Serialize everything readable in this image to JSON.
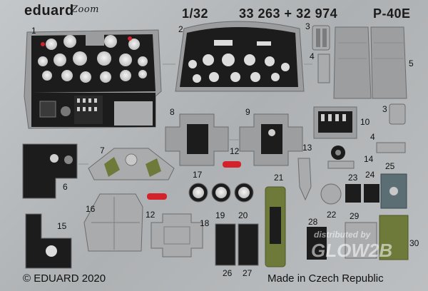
{
  "header": {
    "brand": "eduard",
    "brand_script": "Zoom",
    "scale": "1/32",
    "codes": "33 263 + 32 974",
    "model": "P-40E"
  },
  "part_numbers": [
    "1",
    "2",
    "3",
    "4",
    "5",
    "3",
    "4",
    "6",
    "7",
    "8",
    "9",
    "10",
    "12",
    "12",
    "13",
    "14",
    "15",
    "16",
    "17",
    "18",
    "19",
    "20",
    "21",
    "22",
    "23",
    "24",
    "25",
    "26",
    "27",
    "28",
    "29",
    "30"
  ],
  "footer": {
    "copyright": "© EDUARD 2020",
    "origin": "Made in Czech Republic"
  },
  "watermark": {
    "line1": "distributed by",
    "line2": "GLOW2B"
  },
  "colors": {
    "fret": "#b8bbbd",
    "panel": "#1e1e1e",
    "green": "#6d7a3a",
    "red": "#d4222a"
  }
}
